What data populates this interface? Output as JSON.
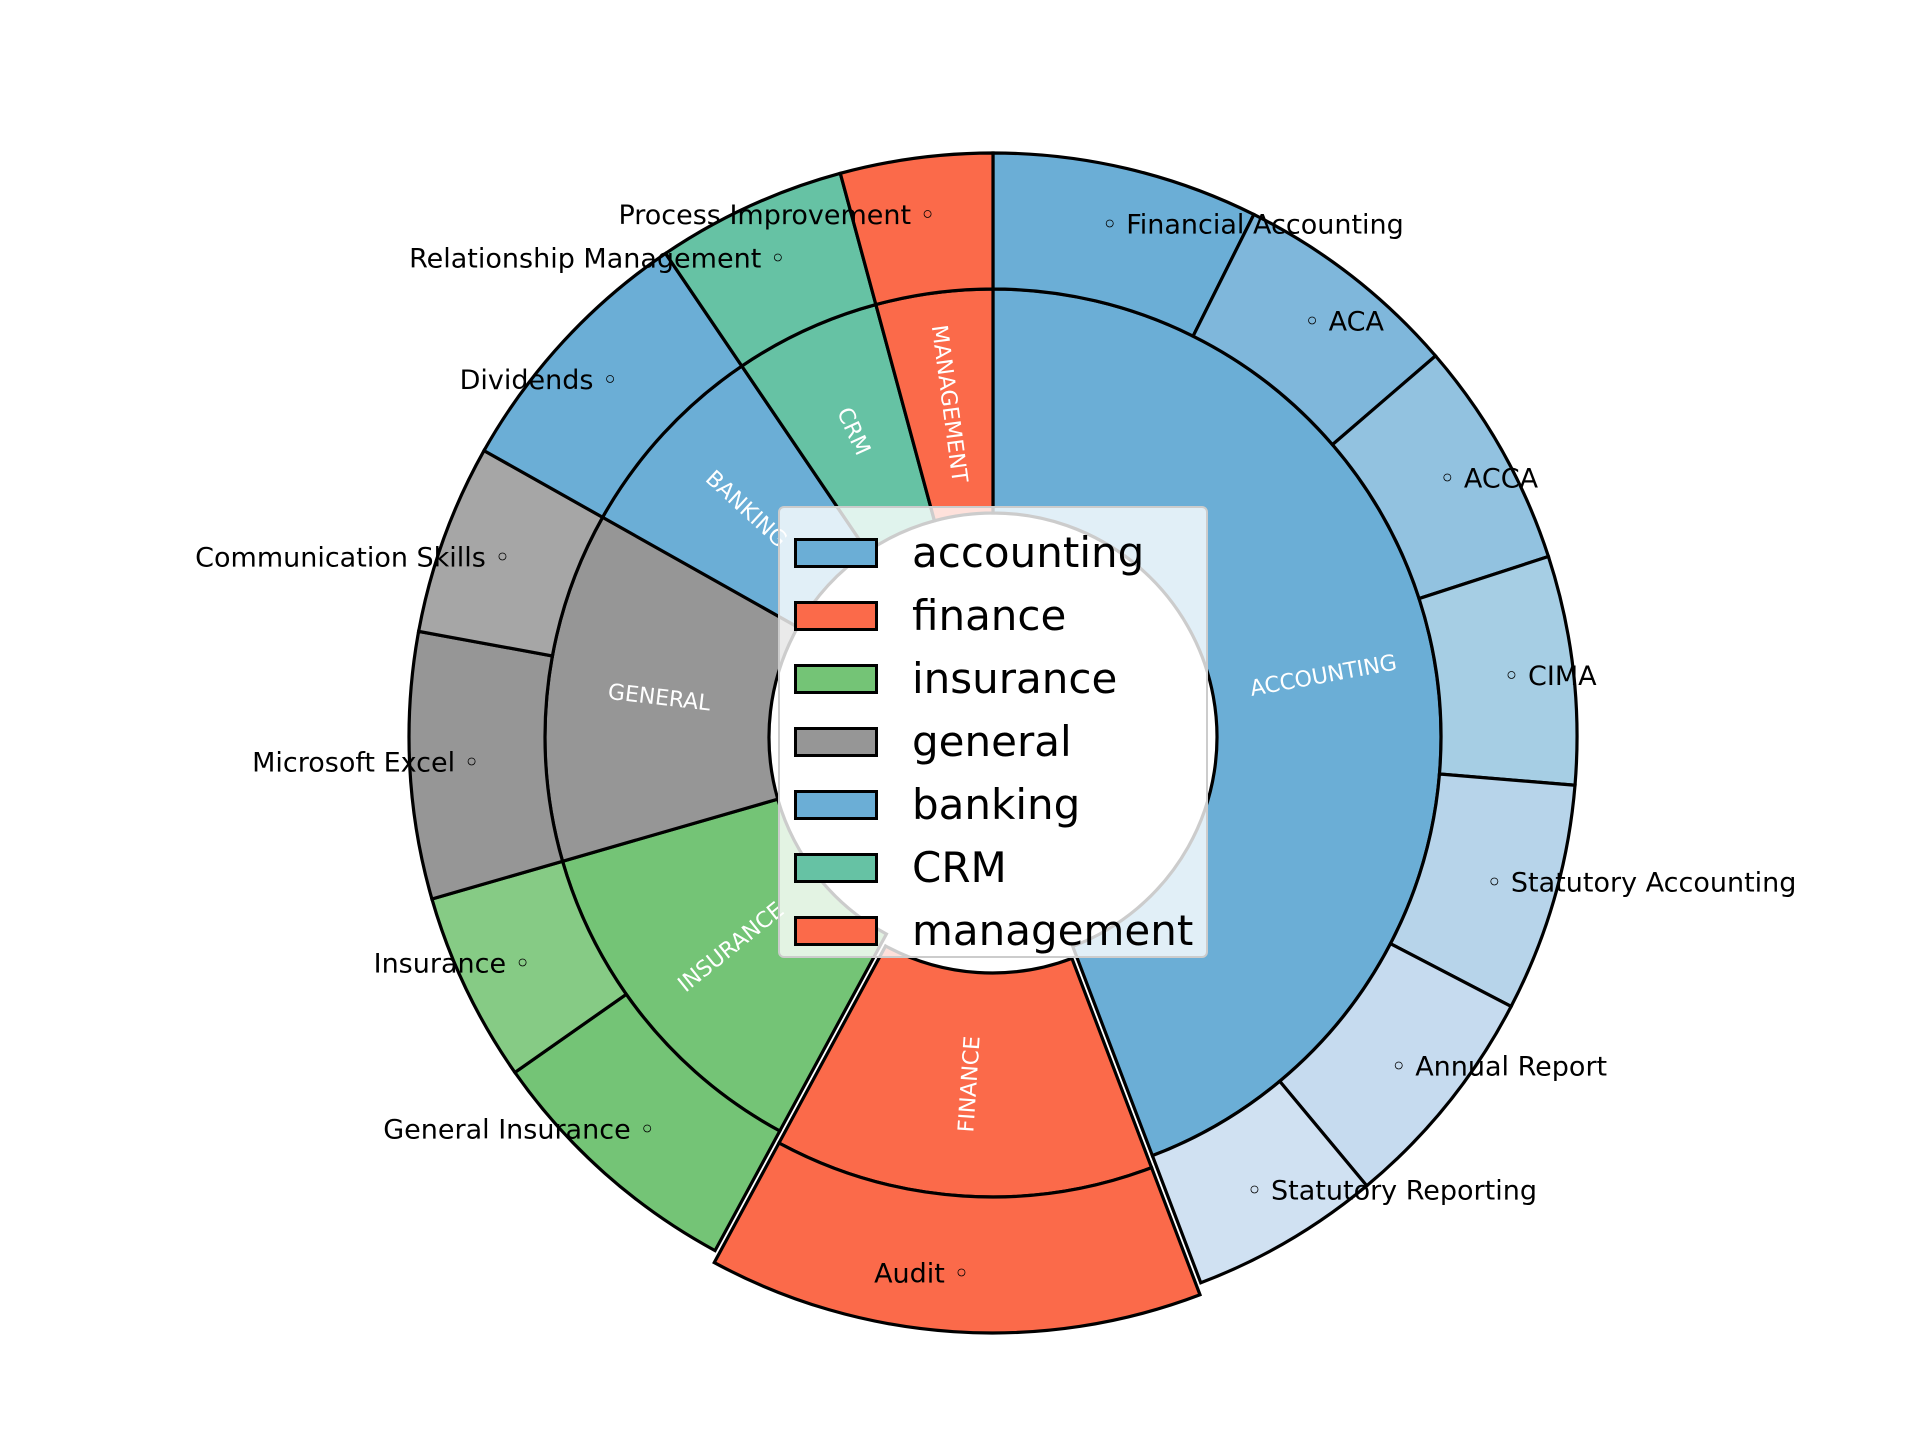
{
  "chart_data": {
    "type": "sunburst",
    "title": "",
    "inner_ring": [
      {
        "label": "ACCOUNTING",
        "value": 42,
        "color": "#6baed6"
      },
      {
        "label": "FINANCE",
        "value": 13,
        "color": "#fb6a4a",
        "exploded": true
      },
      {
        "label": "INSURANCE",
        "value": 12,
        "color": "#74c476"
      },
      {
        "label": "GENERAL",
        "value": 12,
        "color": "#969696"
      },
      {
        "label": "BANKING",
        "value": 7,
        "color": "#6baed6"
      },
      {
        "label": "CRM",
        "value": 5,
        "color": "#66c2a4"
      },
      {
        "label": "MANAGEMENT",
        "value": 4,
        "color": "#fb6a4a"
      }
    ],
    "outer_ring": [
      {
        "label": "Financial Accounting",
        "value": 7,
        "parent": "ACCOUNTING",
        "color": "#6baed6"
      },
      {
        "label": "ACA",
        "value": 6,
        "parent": "ACCOUNTING",
        "color": "#7fb7db"
      },
      {
        "label": "ACCA",
        "value": 6,
        "parent": "ACCOUNTING",
        "color": "#92c2e0"
      },
      {
        "label": "CIMA",
        "value": 6,
        "parent": "ACCOUNTING",
        "color": "#a6cee4"
      },
      {
        "label": "Statutory Accounting",
        "value": 6,
        "parent": "ACCOUNTING",
        "color": "#b7d4ea"
      },
      {
        "label": "Annual Report",
        "value": 6,
        "parent": "ACCOUNTING",
        "color": "#c6dbef"
      },
      {
        "label": "Statutory Reporting",
        "value": 5,
        "parent": "ACCOUNTING",
        "color": "#d0e1f2"
      },
      {
        "label": "Audit",
        "value": 13,
        "parent": "FINANCE",
        "color": "#fb6a4a",
        "exploded": true
      },
      {
        "label": "General Insurance",
        "value": 7,
        "parent": "INSURANCE",
        "color": "#74c476"
      },
      {
        "label": "Insurance",
        "value": 5,
        "parent": "INSURANCE",
        "color": "#86cb85"
      },
      {
        "label": "Microsoft Excel",
        "value": 7,
        "parent": "GENERAL",
        "color": "#969696"
      },
      {
        "label": "Communication Skills",
        "value": 5,
        "parent": "GENERAL",
        "color": "#a6a6a6"
      },
      {
        "label": "Dividends",
        "value": 7,
        "parent": "BANKING",
        "color": "#6baed6"
      },
      {
        "label": "Relationship Management",
        "value": 5,
        "parent": "CRM",
        "color": "#66c2a4"
      },
      {
        "label": "Process Improvement",
        "value": 4,
        "parent": "MANAGEMENT",
        "color": "#fb6a4a"
      }
    ],
    "legend": {
      "placement": "center",
      "entries": [
        {
          "label": "accounting",
          "color": "#6baed6"
        },
        {
          "label": "finance",
          "color": "#fb6a4a"
        },
        {
          "label": "insurance",
          "color": "#74c476"
        },
        {
          "label": "general",
          "color": "#969696"
        },
        {
          "label": "banking",
          "color": "#6baed6"
        },
        {
          "label": "CRM",
          "color": "#66c2a4"
        },
        {
          "label": "management",
          "color": "#fb6a4a"
        }
      ]
    },
    "outer_label_marker": "◦"
  }
}
